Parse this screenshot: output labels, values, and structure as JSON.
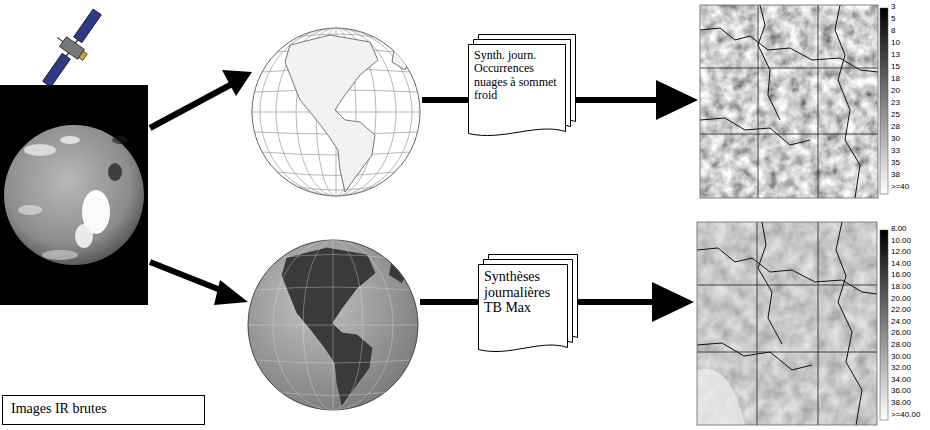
{
  "diagram": {
    "nodes": [
      {
        "text": [
          "Synth. journ. Occurrences nuages à sommet froid"
        ]
      },
      {
        "text": [
          "Synthèses journalières TB Max"
        ]
      },
      {
        "text": [
          "Images IR brutes"
        ]
      }
    ],
    "labels": [
      "3",
      "5",
      "8",
      "10",
      "13",
      "15",
      "18",
      "20",
      "23",
      "25",
      "28",
      "30",
      "33",
      "35",
      "38",
      ">=40",
      "8.00",
      "10.00",
      "12.00",
      "14.00",
      "16.00",
      "18.00",
      "20.00",
      "22.00",
      "24.00",
      "26.00",
      "28.00",
      "30.00",
      "32.00",
      "34.00",
      "36.00",
      "38.00",
      ">=40.00"
    ]
  }
}
